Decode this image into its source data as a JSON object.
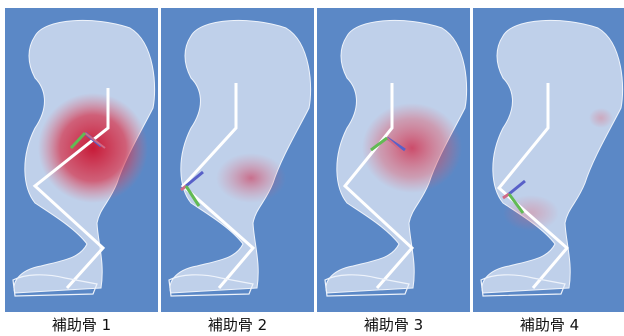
{
  "colors": {
    "panel_bg": "#5b88c6",
    "mesh": "#d6e1f1",
    "bone": "#ffffff",
    "influence": "#d2203a",
    "axis_x": "#d06a86",
    "axis_y": "#62ba54",
    "axis_z": "#5860c8"
  },
  "panels": [
    {
      "caption": "補助骨 1"
    },
    {
      "caption": "補助骨 2"
    },
    {
      "caption": "補助骨 3"
    },
    {
      "caption": "補助骨 4"
    }
  ]
}
